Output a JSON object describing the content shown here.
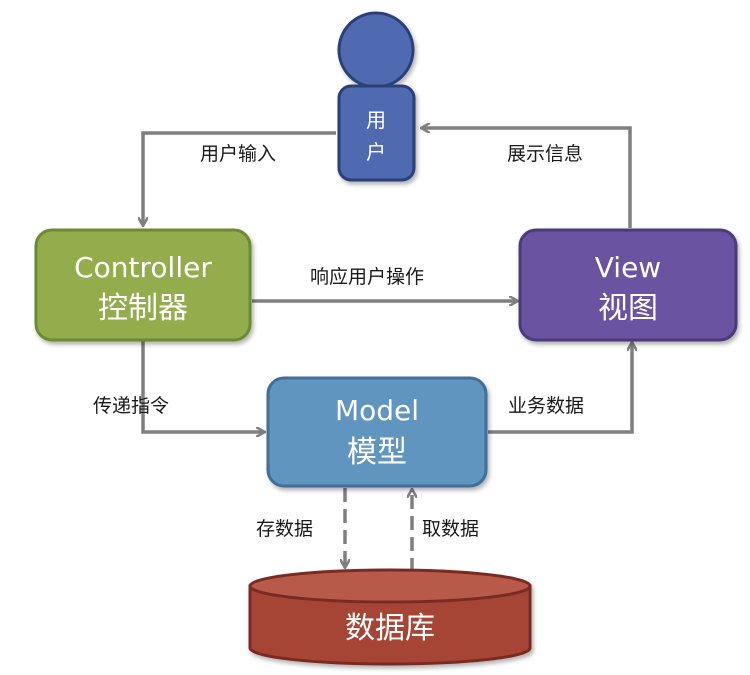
{
  "nodes": {
    "user": {
      "line1": "用",
      "line2": "户"
    },
    "controller": {
      "title": "Controller",
      "subtitle": "控制器"
    },
    "view": {
      "title": "View",
      "subtitle": "视图"
    },
    "model": {
      "title": "Model",
      "subtitle": "模型"
    },
    "database": {
      "label": "数据库"
    }
  },
  "edges": {
    "user_to_controller": "用户输入",
    "view_to_user": "展示信息",
    "controller_to_view": "响应用户操作",
    "controller_to_model": "传递指令",
    "model_to_view": "业务数据",
    "model_to_db": "存数据",
    "db_to_model": "取数据"
  },
  "colors": {
    "user_fill": "#4f6ab0",
    "user_stroke": "#2b3f78",
    "controller_fill": "#93ad4e",
    "controller_stroke": "#6d8a33",
    "view_fill": "#6a52a0",
    "view_stroke": "#4b3a7a",
    "model_fill": "#5f95bf",
    "model_stroke": "#3f7099",
    "database_fill": "#a64535",
    "database_stroke": "#7a2c20",
    "arrow": "#7f7f7f"
  }
}
